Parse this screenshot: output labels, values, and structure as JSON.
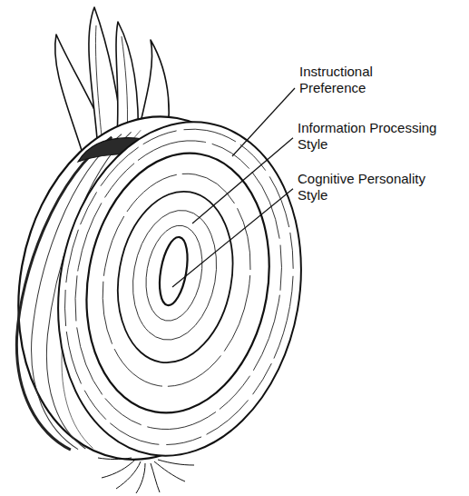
{
  "diagram": {
    "labels": [
      "Instructional Preference",
      "Information Processing Style",
      "Cognitive Personality Style"
    ]
  }
}
